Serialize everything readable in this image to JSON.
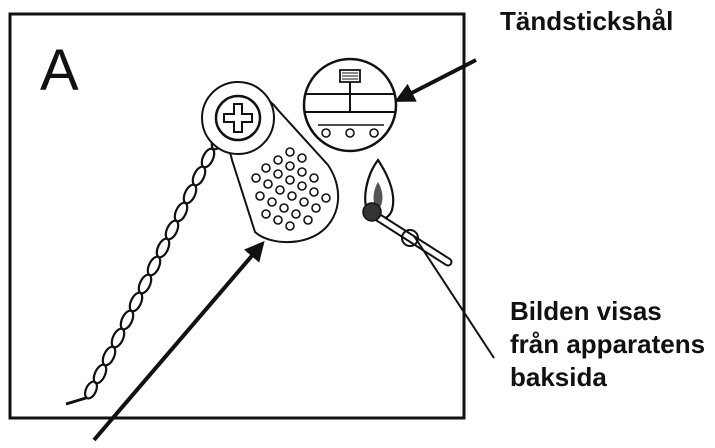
{
  "panel_letter": "A",
  "labels": {
    "match_hole": "Tändstickshål",
    "rear_view_line1": "Bilden visas",
    "rear_view_line2": "från apparatens",
    "rear_view_line3": "baksida"
  },
  "colors": {
    "ink": "#111111",
    "paper": "#ffffff"
  },
  "icons": [
    "chain-icon",
    "phillips-screw-icon",
    "perforated-cover-icon",
    "match-hole-magnifier-icon",
    "lit-match-icon"
  ]
}
